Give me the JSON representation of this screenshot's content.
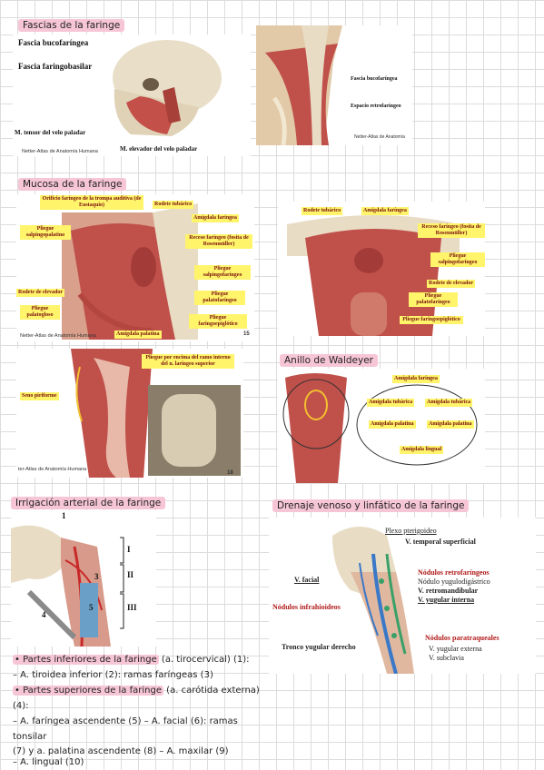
{
  "fascias": {
    "title": "Fascias de la faringe",
    "bullet1": "Fascia bucofaríngea",
    "bullet2": "Fascia faringobasilar",
    "label_tensor": "M. tensor del velo paladar",
    "label_elevador": "M. elevador del velo paladar",
    "caption_left": "Netter-Atlas de Anatomía Humana",
    "label_bucofaringea": "Fascia bucofaríngea",
    "label_retrofaringeo": "Espacio retrofaríngeo",
    "caption_right": "Netter-Atlas de Anatomía"
  },
  "mucosa": {
    "title": "Mucosa de la faringe",
    "left_labels": {
      "orificio": "Orificio faríngeo de la trompa auditiva (de Eustaquio)",
      "rodete_tubarico": "Rodete tubárico",
      "amigdala_faringea": "Amígdala faríngea",
      "pliegue_salpingopalatino": "Pliegue salpingopalatino",
      "receso": "Receso faríngeo (fosita de Rosenmüller)",
      "pliegue_salpingofaringeo": "Pliegue salpingofaríngeo",
      "rodete_elevador": "Rodete de elevador",
      "pliegue_palatofaringeo": "Pliegue palatofaríngeo",
      "pliegue_palatogloso": "Pliegue palatogloso",
      "pliegue_faringoepiglotico": "Pliegue faringoepiglótico",
      "amigdala_palatina": "Amígdala palatina"
    },
    "caption": "Netter-Atlas de Anatomía Humana",
    "page_num": "15",
    "right_labels": {
      "rodete_tubarico": "Rodete tubárico",
      "amigdala_faringea": "Amígdala faríngea",
      "receso": "Receso faríngeo (fosita de Rosenmüller)",
      "pliegue_salpingofaringeo": "Pliegue salpingofaríngeo",
      "rodete_elevador": "Rodete de elevador",
      "pliegue_palatofaringeo": "Pliegue palatofaríngeo",
      "pliegue_faringoepiglotico": "Pliegue faringoepiglótico"
    }
  },
  "laringe": {
    "seno": "Seno piriforme",
    "pliegue_ramo": "Pliegue por encima del ramo interno del n. laríngeo superior",
    "caption": "ter-Atlas de Anatomía Humana",
    "page_num": "18"
  },
  "waldeyer": {
    "title": "Anillo de Waldeyer",
    "amigdala_faringea": "Amígdala faríngea",
    "amigdala_tubarica_1": "Amígdala tubárica",
    "amigdala_tubarica_2": "Amígdala tubárica",
    "amigdala_palatina_1": "Amígdala palatina",
    "amigdala_palatina_2": "Amígdala palatina",
    "amigdala_lingual": "Amígdala lingual"
  },
  "irrigacion": {
    "title": "Irrigación arterial de la faringe",
    "numbers": [
      "1",
      "3",
      "4",
      "5"
    ],
    "levels": [
      "I",
      "II",
      "III"
    ],
    "notes": {
      "line1_pink": "• Partes inferiores de la faringe",
      "line1_rest": " (a. tirocervical) (1):",
      "line2": "– A. tiroidea inferior (2): ramas faríngeas (3)",
      "line3_pink": "• Partes superiores de la faringe",
      "line3_rest": " (a. carótida externa)",
      "line4": "(4):",
      "line5": "– A. faríngea ascendente (5) – A. facial (6): ramas",
      "line6": "tonsilar",
      "line7": "(7) y a. palatina ascendente (8) – A. maxilar (9)",
      "line8": "– A. lingual (10)"
    }
  },
  "drenaje": {
    "title": "Drenaje venoso y linfático de la faringe",
    "plexo": "Plexo pterigoideo",
    "temporal": "V. temporal superficial",
    "facial": "V. facial",
    "nod_retro": "Nódulos retrofaríngeos",
    "nod_yugulo": "Nódulo yugulodigástrico",
    "retromandibular": "V. retromandibular",
    "yugular_interna": "V. yugular interna",
    "nod_infra": "Nódulos infrahioideos",
    "nod_paratra": "Nódulos paratraqueales",
    "tronco": "Tronco yugular derecho",
    "yugular_externa": "V. yugular externa",
    "subclavia": "V. subclavia"
  },
  "colors": {
    "highlight": "#f7c6d6",
    "yellow_label": "#fff46a",
    "tissue": "#c0504a",
    "bone": "#e8dcc4"
  }
}
